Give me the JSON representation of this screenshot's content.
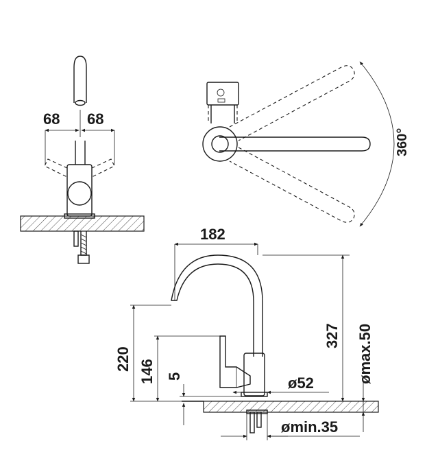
{
  "dimensions": {
    "front_left_width": "68",
    "front_right_width": "68",
    "swivel_angle": "360°",
    "spout_reach": "182",
    "total_height": "327",
    "spout_height": "220",
    "handle_height": "146",
    "base_offset": "5",
    "base_diameter": "ø52",
    "max_thickness": "ømax.50",
    "min_hole": "ømin.35"
  },
  "colors": {
    "line": "#1a1a1a",
    "background": "#ffffff"
  }
}
